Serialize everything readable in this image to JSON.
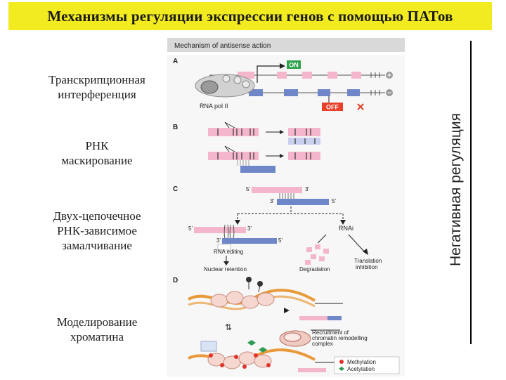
{
  "title": "Механизмы регуляции экспрессии генов с помощью ПАТов",
  "vertical_label": "Негативная регуляция",
  "left_labels": [
    "Транскрипционная\nинтерференция",
    "РНК\nмаскирование",
    "Двух-цепочечное\nРНК-зависимое\nзамалчивание",
    "Моделирование\nхроматина"
  ],
  "figure": {
    "header": "Mechanism of antisense action",
    "panel_a": {
      "letter": "A",
      "on": "ON",
      "off": "OFF",
      "plus": "+",
      "minus": "−",
      "rna_pol": "RNA pol II"
    },
    "panel_b": {
      "letter": "B"
    },
    "panel_c": {
      "letter": "C",
      "top_5": "5'",
      "top_3": "3'",
      "bot_3": "3'",
      "bot_5": "5'",
      "left_5": "5'",
      "left_3a": "3'",
      "left_3b": "3'",
      "left_5b": "5'",
      "rnai": "RNAi",
      "rna_editing": "RNA editing",
      "nuclear_retention": "Nuclear retention",
      "degradation": "Degradation",
      "translation_inhibition": "Translation\ninhibition"
    },
    "panel_d": {
      "letter": "D",
      "recruitment": "Recruitment of\nchromatin remodelling\ncomplex",
      "methylation": "Methylation",
      "acetylation": "Acetylation"
    }
  },
  "colors": {
    "title_bg": "#f2eb1f",
    "pink": "#f4b6cc",
    "blue": "#6f86c9",
    "on": "#2ea24a",
    "off": "#e8402a"
  }
}
